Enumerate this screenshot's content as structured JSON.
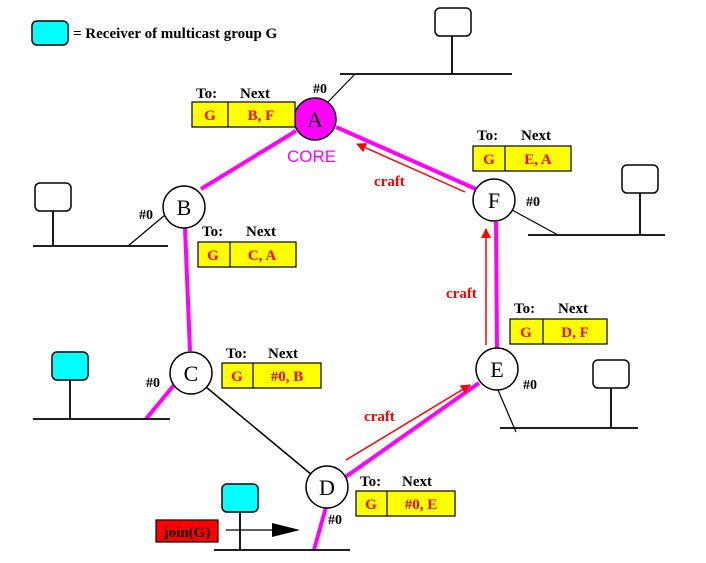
{
  "legend": {
    "text": "= Receiver of multicast group G",
    "receiver_color": "#00ffff"
  },
  "colors": {
    "tree": "#ff00ff",
    "craft": "#ff0000",
    "table_fill": "#ffff00"
  },
  "core_label": "CORE",
  "nodes": {
    "A": "A",
    "B": "B",
    "C": "C",
    "D": "D",
    "E": "E",
    "F": "F"
  },
  "ports": {
    "A": "#0",
    "B": "#0",
    "C": "#0",
    "D": "#0",
    "E": "#0",
    "F": "#0"
  },
  "table_header": {
    "to": "To:",
    "next": "Next"
  },
  "tables": {
    "A": {
      "to": "G",
      "next": "B, F"
    },
    "B": {
      "to": "G",
      "next": "C, A"
    },
    "C": {
      "to": "G",
      "next": "#0, B"
    },
    "D": {
      "to": "G",
      "next": "#0, E"
    },
    "E": {
      "to": "G",
      "next": "D, F"
    },
    "F": {
      "to": "G",
      "next": "E, A"
    }
  },
  "craft_labels": {
    "DE": "craft",
    "EF": "craft",
    "FA": "craft"
  },
  "join_label": "join(G)"
}
